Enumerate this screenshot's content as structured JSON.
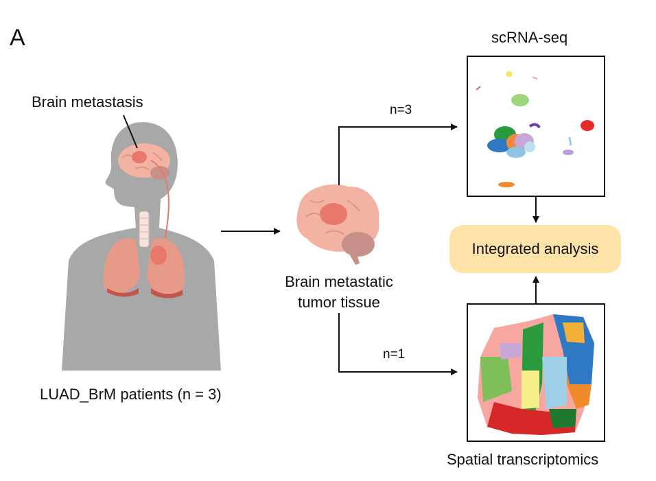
{
  "panel_letter": "A",
  "labels": {
    "brain_metastasis": "Brain metastasis",
    "patients": "LUAD_BrM patients (n = 3)",
    "tissue_line1": "Brain metastatic",
    "tissue_line2": "tumor tissue",
    "scrna": "scRNA-seq",
    "spatial": "Spatial transcriptomics",
    "n_scrna": "n=3",
    "n_spatial": "n=1",
    "integrated": "Integrated analysis"
  },
  "colors": {
    "body": "#a8a8a8",
    "brain": "#f3b3a3",
    "tumor": "#e8786a",
    "lung": "#e89a88",
    "box_fill": "#fde3a8"
  }
}
